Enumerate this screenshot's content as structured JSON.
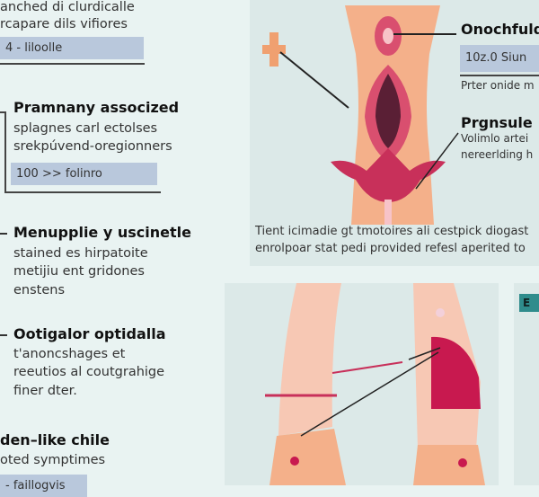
{
  "left": {
    "intro": {
      "lines": [
        "anched di clurdicalle",
        "rcapare dils vifiores"
      ],
      "box": "4 - liloolle"
    },
    "section1": {
      "title": "Pramnany assocized",
      "lines": [
        "splagnes carl ectolses",
        "srekpúvend-oregionners"
      ],
      "box": "100 >> folinro"
    },
    "section2": {
      "title": "Menupplie y uscinetle",
      "lines": [
        "stained es hirpatoite",
        "metijiu ent gridones",
        "enstens"
      ]
    },
    "section3": {
      "title": "Ootigalor optidalla",
      "lines": [
        "t'anoncshages et",
        "reeutios al coutgrahige",
        "finer dter."
      ]
    },
    "section4": {
      "title": "den–like chile",
      "lines": [
        "oted symptimes"
      ],
      "box": "- faillogvis"
    }
  },
  "diagram_top": {
    "label1": {
      "title": "Onochfuld",
      "box": "10z.0 Siun",
      "note": "Prter onide m"
    },
    "label2": {
      "title": "Prgnsule",
      "lines": [
        "Volimlo artei",
        "nereerlding h"
      ]
    },
    "caption": [
      "Tient icimadie gt tmotoires ali cestpick diogast",
      "enrolpoar stat pedi provided refesl aperited to"
    ]
  },
  "badge": {
    "label": "E",
    "color": "#2f8c8c"
  },
  "colors": {
    "skin": "#f4b08a",
    "organ": "#d23f6a",
    "dark": "#5a1f35",
    "accent": "#c8194f"
  }
}
